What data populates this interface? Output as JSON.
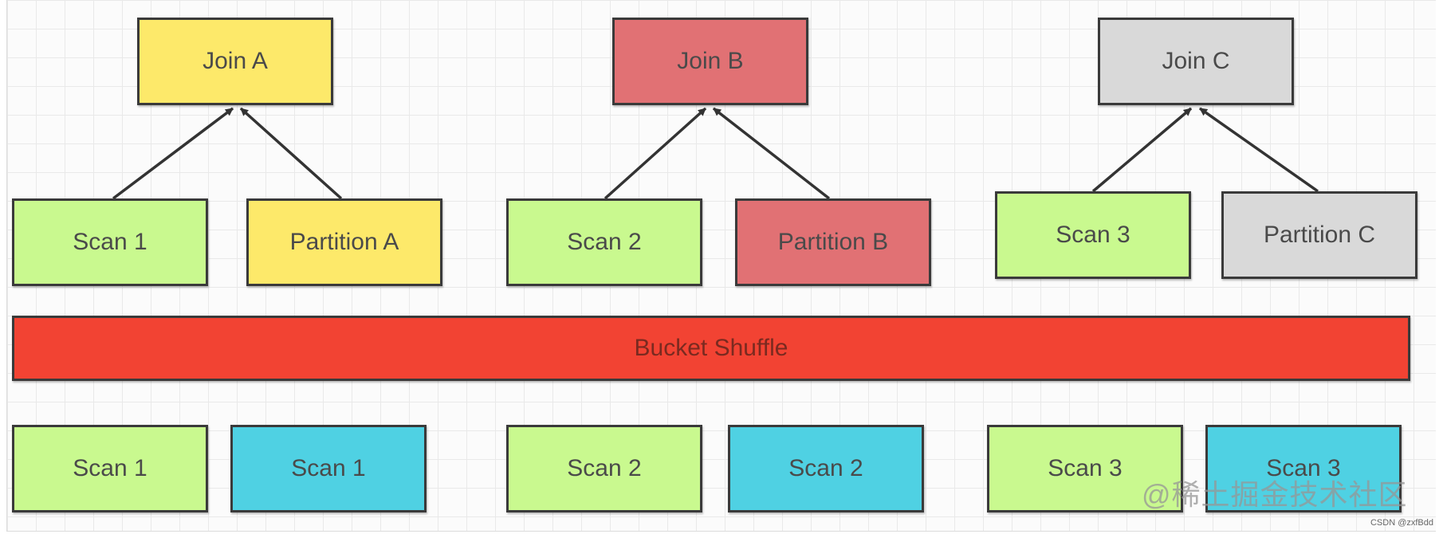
{
  "colors": {
    "yellow": "#fde96a",
    "red": "#e17174",
    "gray": "#d9d9d9",
    "green": "#c9f98f",
    "cyan": "#4fd1e3",
    "shuffle": "#f24333"
  },
  "joins": {
    "a": "Join A",
    "b": "Join B",
    "c": "Join C"
  },
  "top_row": {
    "scan1": "Scan 1",
    "partition_a": "Partition A",
    "scan2": "Scan 2",
    "partition_b": "Partition B",
    "scan3": "Scan 3",
    "partition_c": "Partition C"
  },
  "shuffle_label": "Bucket Shuffle",
  "bottom_row": {
    "scan1_green": "Scan 1",
    "scan1_cyan": "Scan 1",
    "scan2_green": "Scan 2",
    "scan2_cyan": "Scan 2",
    "scan3_green": "Scan 3",
    "scan3_cyan": "Scan 3"
  },
  "watermark": "@稀土掘金技术社区",
  "credit": "CSDN @zxfBdd"
}
